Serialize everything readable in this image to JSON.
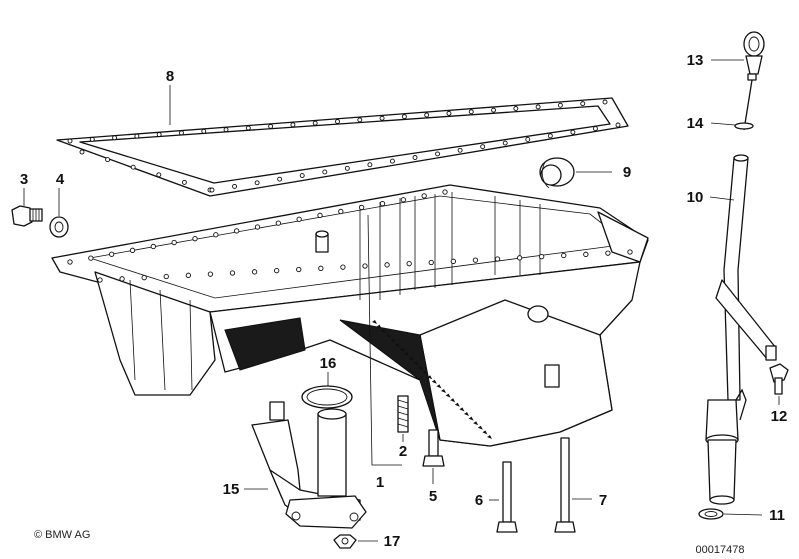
{
  "diagram": {
    "copyright": "© BMW AG",
    "drawing_number": "00017478",
    "callouts": [
      {
        "id": "c1",
        "label": "1"
      },
      {
        "id": "c2",
        "label": "2"
      },
      {
        "id": "c3",
        "label": "3"
      },
      {
        "id": "c4",
        "label": "4"
      },
      {
        "id": "c5",
        "label": "5"
      },
      {
        "id": "c6",
        "label": "6"
      },
      {
        "id": "c7",
        "label": "7"
      },
      {
        "id": "c8",
        "label": "8"
      },
      {
        "id": "c9",
        "label": "9"
      },
      {
        "id": "c10",
        "label": "10"
      },
      {
        "id": "c11",
        "label": "11"
      },
      {
        "id": "c12",
        "label": "12"
      },
      {
        "id": "c13",
        "label": "13"
      },
      {
        "id": "c14",
        "label": "14"
      },
      {
        "id": "c15",
        "label": "15"
      },
      {
        "id": "c16",
        "label": "16"
      },
      {
        "id": "c17",
        "label": "17"
      }
    ]
  }
}
